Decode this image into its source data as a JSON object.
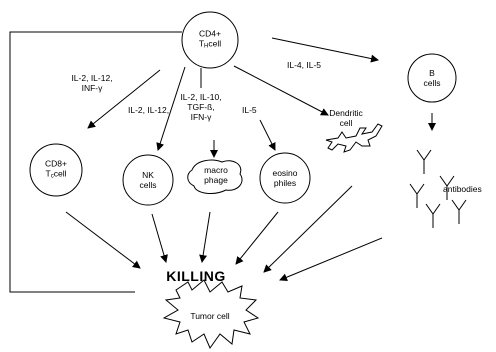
{
  "nodes": {
    "cd4": {
      "line1": "CD4+",
      "line2_pre": "T",
      "line2_sub": "H",
      "line2_post": "cell"
    },
    "b": {
      "line1": "B",
      "line2": "cells"
    },
    "cd8": {
      "line1": "CD8+",
      "line2_pre": "T",
      "line2_sub": "c",
      "line2_post": "cell"
    },
    "nk": {
      "line1": "NK",
      "line2": "cells"
    },
    "macro": {
      "line1": "macro",
      "line2": "phage"
    },
    "eosino": {
      "line1": "eosino",
      "line2": "philes"
    },
    "dendritic": {
      "line1": "Dendritic",
      "line2": "cell"
    },
    "tumor": {
      "label": "Tumor cell"
    }
  },
  "labels": {
    "cd8_cytokines": [
      "IL-2, IL-12,",
      "INF-γ"
    ],
    "nk_cytokines": "IL-2, IL-12,",
    "macro_cytokines": [
      "IL-2, IL-10,",
      "TGF-ß,",
      "IFN-γ"
    ],
    "eosino_cytokines": "IL-5",
    "b_cytokines": "IL-4, IL-5",
    "antibodies": "antibodies",
    "killing": "KILLING"
  }
}
